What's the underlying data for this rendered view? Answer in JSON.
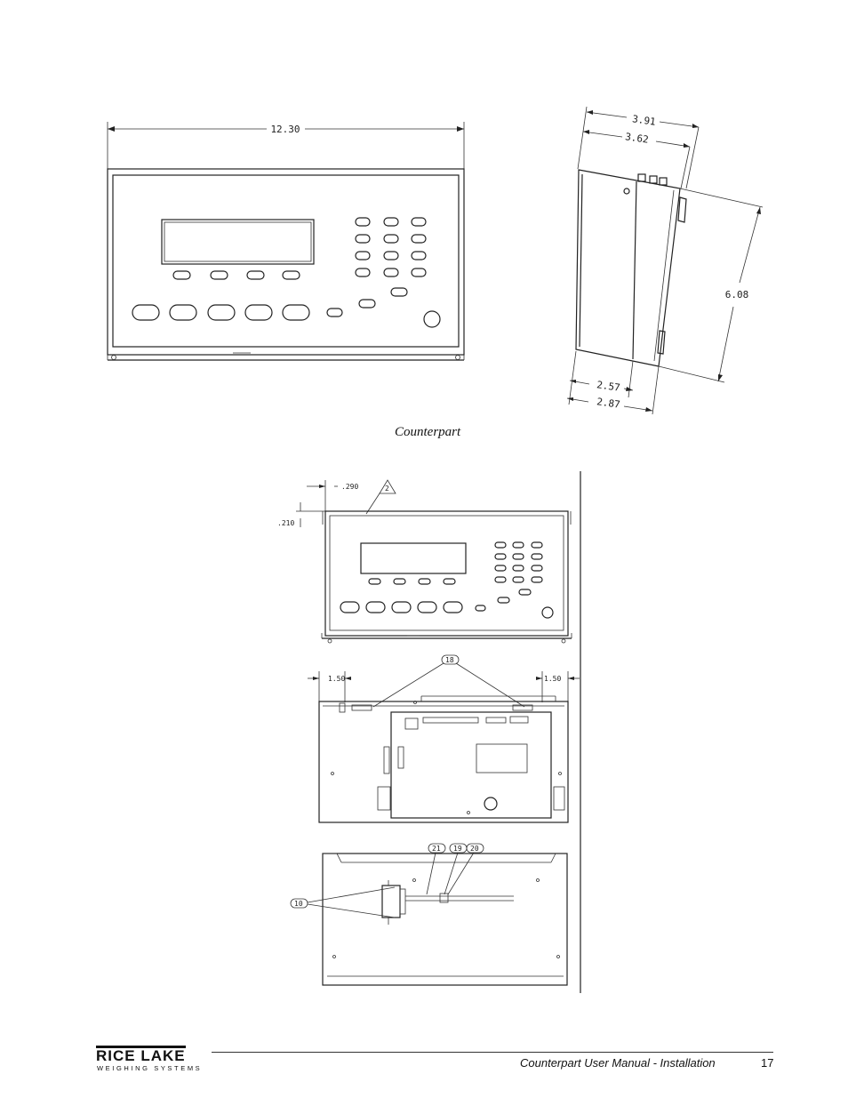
{
  "figure1": {
    "caption": "Counterpart",
    "dims": {
      "width": "12.30",
      "depth_top_outer": "3.91",
      "depth_top_inner": "3.62",
      "height": "6.08",
      "depth_bottom_inner": "2.57",
      "depth_bottom_outer": "2.87"
    }
  },
  "figure2": {
    "dims": {
      "top_offset": ".290",
      "side_offset": ".210",
      "left_clearance": "1.50",
      "right_clearance": "1.50"
    },
    "callouts": [
      "2",
      "18",
      "21",
      "19",
      "20",
      "10"
    ]
  },
  "footer": {
    "logo_text": "RICE LAKE",
    "logo_subtext": "WEIGHING SYSTEMS",
    "title": "Counterpart User Manual - Installation",
    "page_number": "17"
  }
}
